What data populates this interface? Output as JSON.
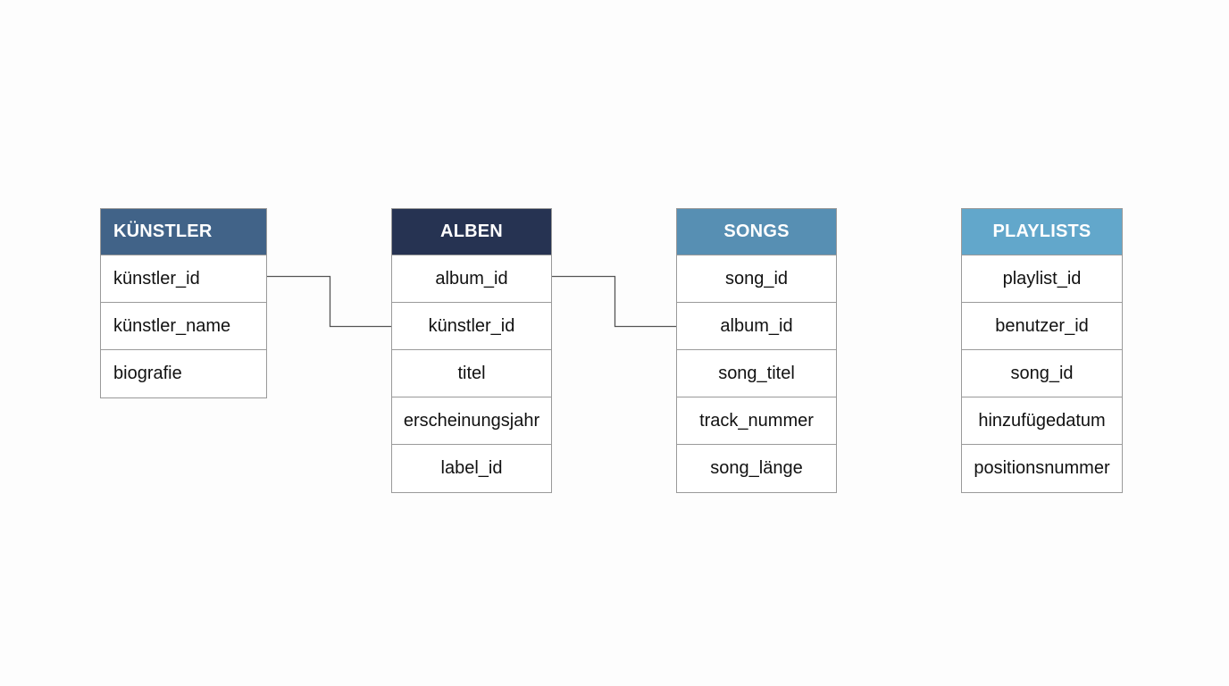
{
  "entities": [
    {
      "id": "kuenstler",
      "title": "KÜNSTLER",
      "header_color": "#416388",
      "fields": [
        "künstler_id",
        "künstler_name",
        "biografie"
      ]
    },
    {
      "id": "alben",
      "title": "ALBEN",
      "header_color": "#263352",
      "fields": [
        "album_id",
        "künstler_id",
        "titel",
        "erscheinungsjahr",
        "label_id"
      ]
    },
    {
      "id": "songs",
      "title": "SONGS",
      "header_color": "#578fb3",
      "fields": [
        "song_id",
        "album_id",
        "song_titel",
        "track_nummer",
        "song_länge"
      ]
    },
    {
      "id": "playlists",
      "title": "PLAYLISTS",
      "header_color": "#62a7cb",
      "fields": [
        "playlist_id",
        "benutzer_id",
        "song_id",
        "hinzufügedatum",
        "positionsnummer"
      ]
    }
  ],
  "relationships": [
    {
      "from": "KÜNSTLER.künstler_id",
      "to": "ALBEN.künstler_id"
    },
    {
      "from": "ALBEN.album_id",
      "to": "SONGS.album_id"
    }
  ]
}
